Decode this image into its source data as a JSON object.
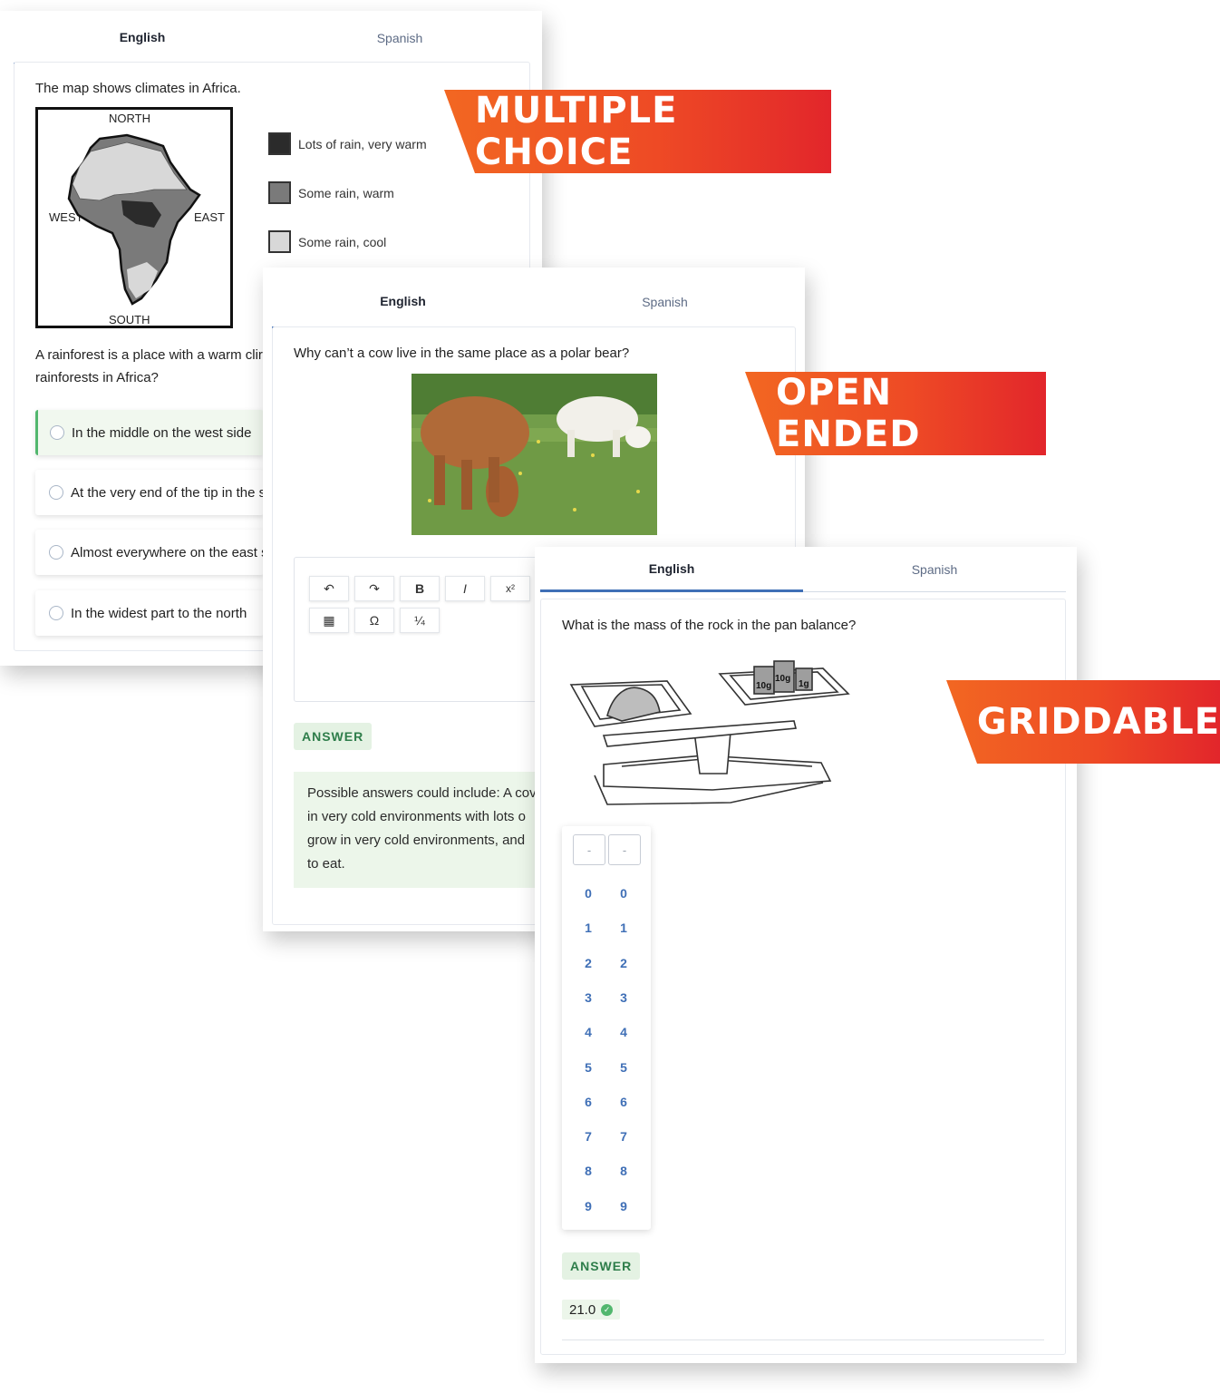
{
  "banners": {
    "multiple_choice": "MULTIPLE CHOICE",
    "open_ended": "OPEN ENDED",
    "griddable": "GRIDDABLE"
  },
  "multiple_choice_card": {
    "tabs": [
      "English",
      "Spanish"
    ],
    "question_intro": "The map shows climates in Africa.",
    "map_labels": {
      "north": "NORTH",
      "south": "SOUTH",
      "west": "WEST",
      "east": "EAST"
    },
    "legend": [
      {
        "label": "Lots of rain, very warm",
        "color": "#2b2b2b"
      },
      {
        "label": "Some rain, warm",
        "color": "#7a7a7a"
      },
      {
        "label": "Some rain, cool",
        "color": "#d8d8d8"
      }
    ],
    "question_line1": "A rainforest is a place with a warm clir",
    "question_line2": "rainforests in Africa?",
    "choices": [
      {
        "label": "In the middle on the west side",
        "selected": true
      },
      {
        "label": "At the very end of the tip in the s",
        "selected": false
      },
      {
        "label": "Almost everywhere on the east s",
        "selected": false
      },
      {
        "label": "In the widest part to the north",
        "selected": false
      }
    ]
  },
  "open_ended_card": {
    "tabs": [
      "English",
      "Spanish"
    ],
    "question": "Why can’t a cow live in the same place as a polar bear?",
    "toolbar": {
      "undo": "↶",
      "redo": "↷",
      "bold": "B",
      "italic": "I",
      "superscript": "x²",
      "table": "▦",
      "omega": "Ω",
      "fraction": "¼"
    },
    "answer_label": "ANSWER",
    "answer_lines": [
      "Possible answers could include: A cov",
      "in very cold environments with lots o",
      "grow in very cold environments, and",
      "to eat."
    ]
  },
  "griddable_card": {
    "tabs": [
      "English",
      "Spanish"
    ],
    "question": "What is the mass of the rock in the pan balance?",
    "weights": [
      "10g",
      "10g",
      "1g"
    ],
    "grid_placeholders": [
      "-",
      "-"
    ],
    "digits": [
      "0",
      "1",
      "2",
      "3",
      "4",
      "5",
      "6",
      "7",
      "8",
      "9"
    ],
    "answer_label": "ANSWER",
    "answer_value": "21.0"
  }
}
